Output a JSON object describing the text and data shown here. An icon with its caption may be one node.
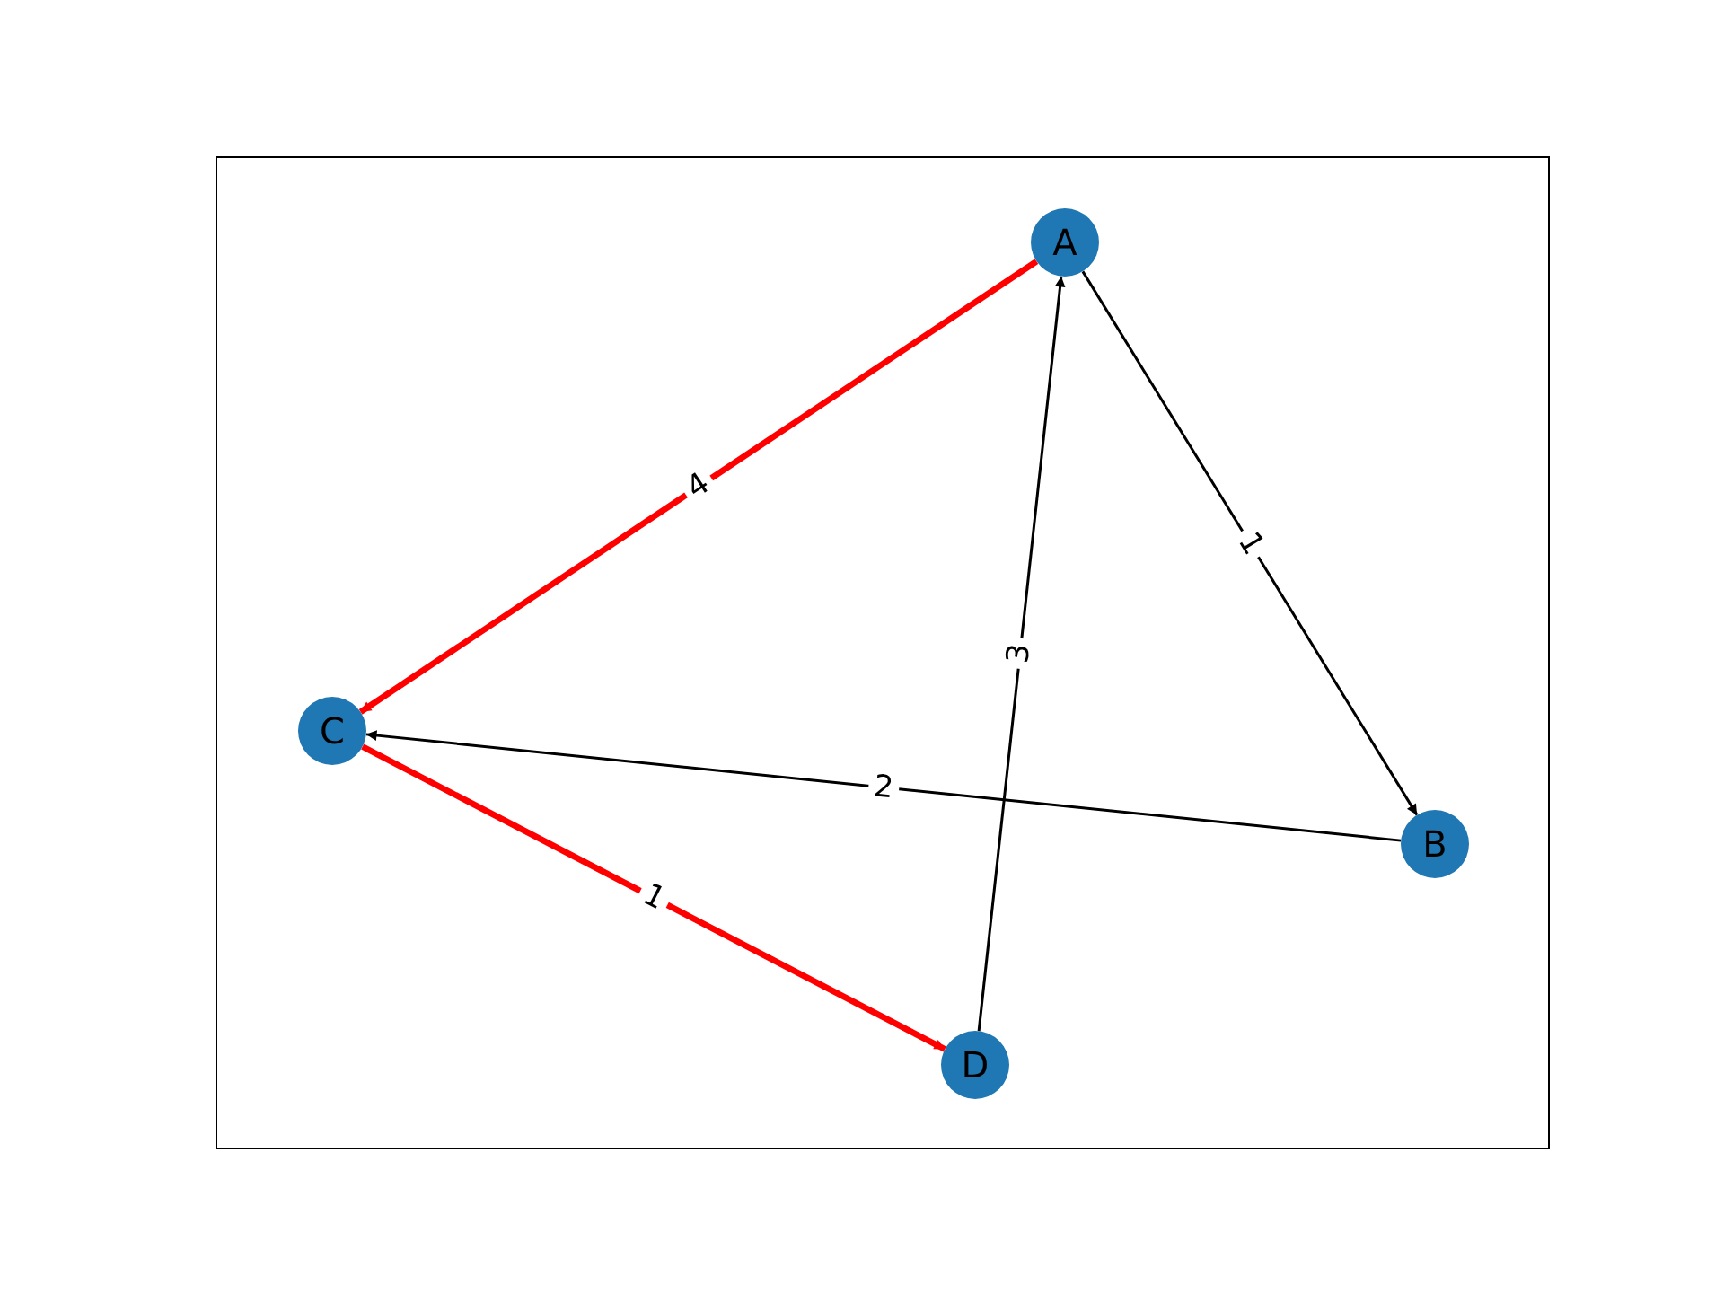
{
  "diagram": {
    "nodes": [
      {
        "text": [
          "A"
        ]
      },
      {
        "text": [
          "B"
        ]
      },
      {
        "text": [
          "C"
        ]
      },
      {
        "text": [
          "D"
        ]
      }
    ],
    "edges": [
      {
        "from": 0,
        "to": 1,
        "arrow": "to",
        "label": "1"
      },
      {
        "from": 1,
        "to": 2,
        "arrow": "to",
        "label": "2"
      },
      {
        "from": 3,
        "to": 0,
        "arrow": "to",
        "label": "3"
      },
      {
        "from": 0,
        "to": 2,
        "arrow": "to",
        "label": "4",
        "style": "thick",
        "color": "#ff0000"
      },
      {
        "from": 2,
        "to": 3,
        "arrow": "to",
        "label": "1",
        "style": "thick",
        "color": "#ff0000"
      }
    ]
  }
}
